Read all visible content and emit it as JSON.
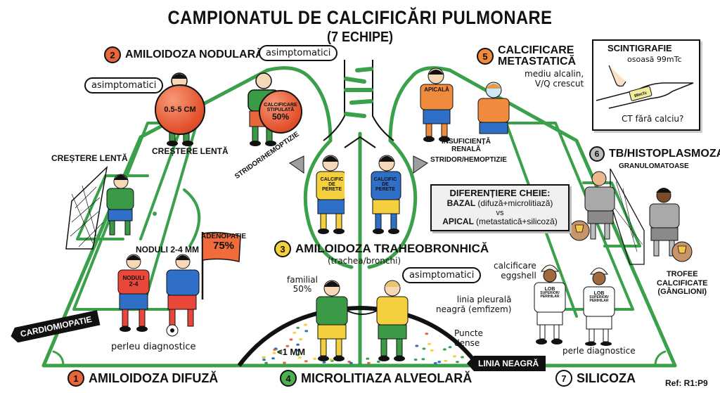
{
  "title": {
    "main": "CAMPIONATUL DE CALCIFICĂRI PULMONARE",
    "sub": "(7 ECHIPE)"
  },
  "colors": {
    "field_line": "#3aa04a",
    "team1": "#e8673a",
    "team2": "#e8673a",
    "team3": "#f4d03f",
    "team4": "#4caf50",
    "team5": "#f08a3c",
    "team6": "#bdbdbd",
    "team7": "#ffffff",
    "flag": "#f26b3a",
    "ribbon": "#111111",
    "keybox_bg": "#f0f0f0"
  },
  "teams": [
    {
      "number": "1",
      "name": "AMILOIDOZA DIFUZĂ"
    },
    {
      "number": "2",
      "name": "AMILOIDOZA NODULARĂ"
    },
    {
      "number": "3",
      "name": "AMILOIDOZA TRAHEOBRONHICĂ",
      "subtitle": "(trachea/bronchi)"
    },
    {
      "number": "4",
      "name": "MICROLITIAZA ALVEOLARĂ"
    },
    {
      "number": "5",
      "name_line1": "CALCIFICARE",
      "name_line2": "METASTATICĂ"
    },
    {
      "number": "6",
      "name": "TB/HISTOPLASMOZA"
    },
    {
      "number": "7",
      "name": "SILICOZA"
    }
  ],
  "team2": {
    "cloud_left": "asimptomatici",
    "cloud_right": "asimptomatici",
    "ball_left": "0.5-5 CM",
    "ball_right_line1": "CALCIFICARE",
    "ball_right_line2": "STIPULATĂ",
    "ball_right_line3": "50%",
    "label_growth_mid": "CREȘTERE LENTĂ",
    "label_growth_left": "CREȘTERE LENTĂ"
  },
  "team1": {
    "label_nodules": "NODULI 2-4 MM",
    "jersey_line1": "NODULI",
    "jersey_line2": "2-4",
    "flag_line1": "ADENOPATIE",
    "flag_line2": "75%",
    "ribbon": "CARDIOMIOPATIE",
    "caption": "perleu diagnostice"
  },
  "team3": {
    "jersey_line1": "CALCIFIC",
    "jersey_line2": "DE",
    "jersey_line3": "PERETE",
    "sound_left": "STRIDOR/HEMOPTIZIE",
    "sound_right": "STRIDOR/HEMOPTIZIE"
  },
  "team4": {
    "label_familial_1": "familial",
    "label_familial_2": "50%",
    "label_size": "<1 MM",
    "cloud": "asimptomatici",
    "pleural_1": "linia pleurală",
    "pleural_2": "neagră (emfizem)",
    "dense_1": "Puncte",
    "dense_2": "dense",
    "ribbon": "LINIA NEAGRĂ"
  },
  "team5": {
    "jersey": "APICALĂ",
    "note_1": "mediu alcalin,",
    "note_2": "V/Q crescut",
    "renal_1": "INSUFICIENȚĂ",
    "renal_2": "RENALĂ",
    "scan_title": "SCINTIGRAFIE",
    "scan_sub": "osoasă 99mTc",
    "scan_device": "99mTc",
    "scan_question": "CT fără calciu?"
  },
  "team6": {
    "label": "GRANULOMATOASE",
    "trophy_1": "TROFEE",
    "trophy_2": "CALCIFICATE",
    "trophy_3": "(GĂNGLIONI)"
  },
  "team7": {
    "label_1": "calcificare",
    "label_2": "eggshell",
    "jersey_1": "LOB",
    "jersey_2": "SUPERIOR/",
    "jersey_3": "PERIHILAR",
    "caption": "perle diagnostice"
  },
  "key": {
    "title": "DIFERENȚIERE CHEIE:",
    "line1_bold": "BAZAL",
    "line1_rest": "(difuză+microlitiază)",
    "vs": "vs",
    "line2_bold": "APICAL",
    "line2_rest": "(metastatică+silicoză)"
  },
  "ref": "Ref: R1:P9"
}
